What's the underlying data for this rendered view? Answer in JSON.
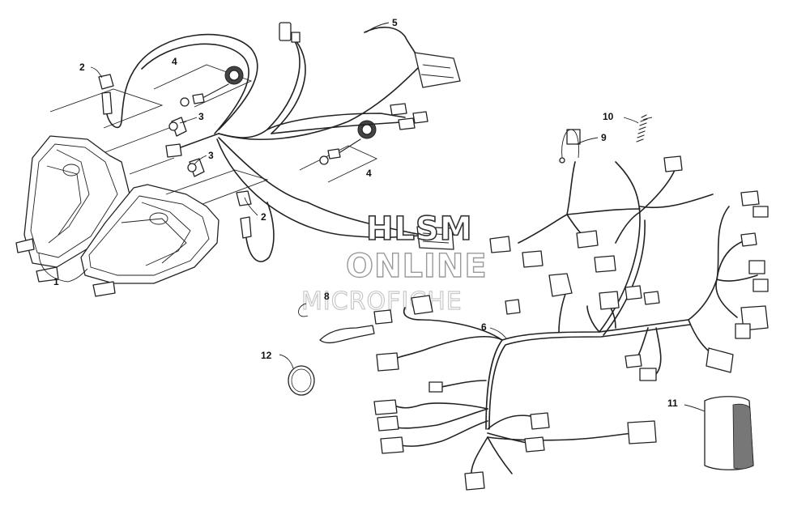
{
  "watermark": {
    "line1": "HLSM",
    "line2": "ONLINE",
    "line3": "MICROFICHE"
  },
  "callouts": {
    "c1": "1",
    "c2a": "2",
    "c2b": "2",
    "c3a": "3",
    "c3b": "3",
    "c4a": "4",
    "c4b": "4",
    "c5": "5",
    "c6": "6",
    "c8": "8",
    "c9": "9",
    "c10": "10",
    "c11": "11",
    "c12": "12"
  }
}
